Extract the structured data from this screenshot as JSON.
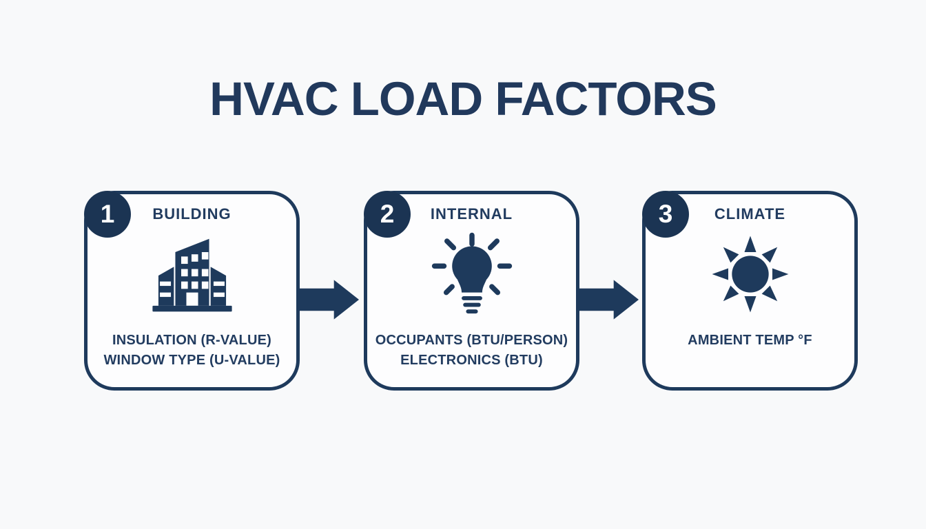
{
  "colors": {
    "background": "#f8f9fa",
    "navy": "#1e3a5c",
    "badge": "#1b3453",
    "card_background": "#fdfdfe",
    "text": "#223c60",
    "number_text": "#ffffff"
  },
  "title": "HVAC LOAD FACTORS",
  "steps": [
    {
      "number": "1",
      "label": "BUILDING",
      "icon": "building-icon",
      "details": [
        "INSULATION (R-VALUE)",
        "WINDOW TYPE (U-VALUE)"
      ]
    },
    {
      "number": "2",
      "label": "INTERNAL",
      "icon": "lightbulb-icon",
      "details": [
        "OCCUPANTS (BTU/PERSON)",
        "ELECTRONICS (BTU)"
      ]
    },
    {
      "number": "3",
      "label": "CLIMATE",
      "icon": "sun-icon",
      "details": [
        "AMBIENT TEMP °F"
      ]
    }
  ]
}
